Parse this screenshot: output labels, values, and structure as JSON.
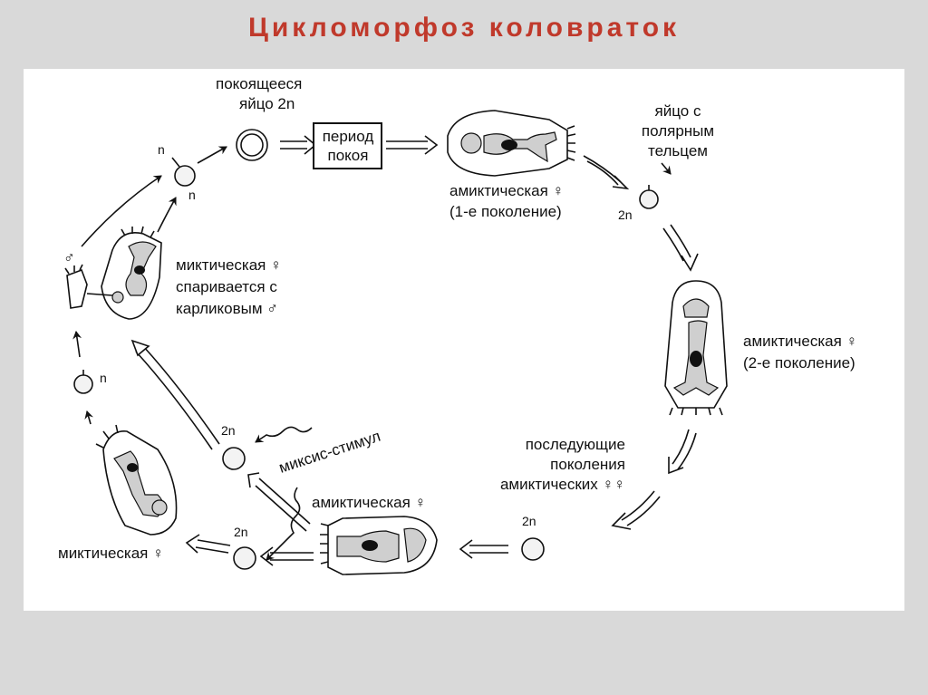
{
  "slide": {
    "title": "Цикломорфоз коловраток"
  },
  "labels": {
    "resting_egg": [
      "покоящееся",
      "яйцо 2n"
    ],
    "rest_period": [
      "период",
      "покоя"
    ],
    "amictic_1": [
      "амиктическая ♀",
      "(1-е поколение)"
    ],
    "polar_egg": [
      "яйцо с",
      "полярным",
      "тельцем"
    ],
    "amictic_2": [
      "амиктическая ♀",
      "(2-е поколение)"
    ],
    "subsequent": [
      "последующие",
      "поколения",
      "амиктических ♀♀"
    ],
    "amictic_bottom": "амиктическая ♀",
    "mixis": "миксис-стимул",
    "mictic_bottom": "миктическая ♀",
    "mictic_mating": [
      "миктическая ♀",
      "спаривается с",
      "карликовым ♂"
    ],
    "male": "♂",
    "ploidy_2n": "2n",
    "ploidy_n": "n"
  }
}
